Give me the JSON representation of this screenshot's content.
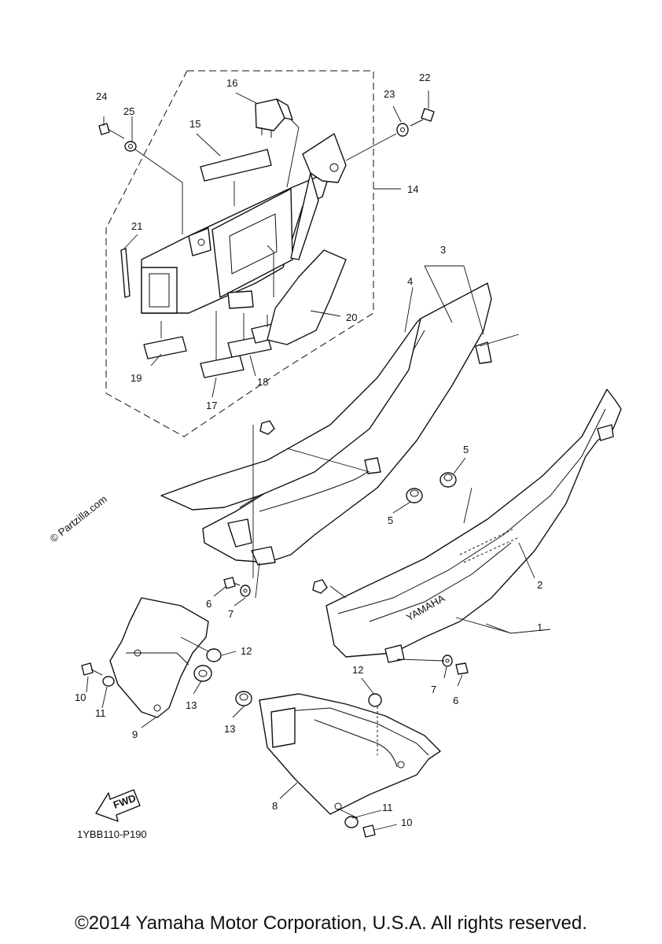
{
  "watermark": "© Partzilla.com",
  "diagram_code": "1YBB110-P190",
  "fwd_label": "FWD",
  "panel_brand": "YAMAHA",
  "copyright": "©2014 Yamaha Motor Corporation, U.S.A. All rights reserved.",
  "callouts": [
    "24",
    "25",
    "16",
    "15",
    "23",
    "22",
    "14",
    "21",
    "3",
    "4",
    "20",
    "19",
    "18",
    "17",
    "5",
    "5",
    "2",
    "1",
    "6",
    "7",
    "12",
    "10",
    "11",
    "13",
    "9",
    "12",
    "7",
    "6",
    "13",
    "8",
    "11",
    "10"
  ]
}
